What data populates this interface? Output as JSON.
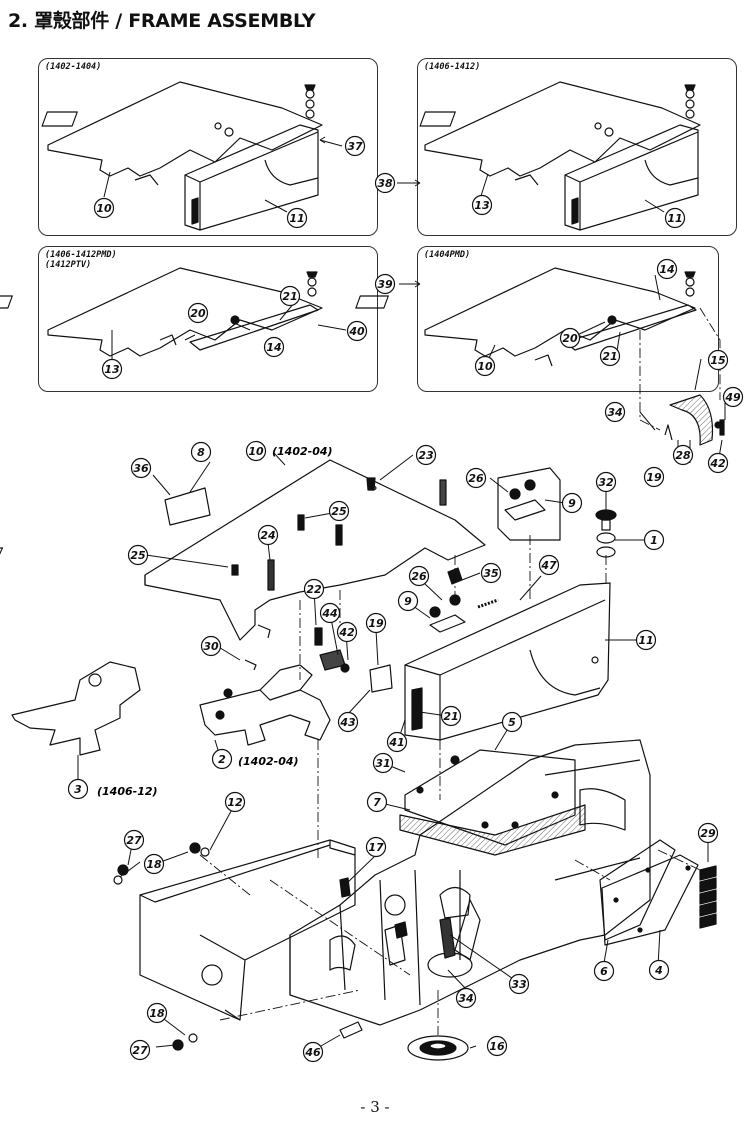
{
  "page": {
    "title": "2. 罩殼部件 / FRAME ASSEMBLY",
    "page_number": "- 3 -"
  },
  "panels": [
    {
      "id": "p1",
      "caption": "(1402-1404)"
    },
    {
      "id": "p2",
      "caption": "(1406-1412)"
    },
    {
      "id": "p3",
      "caption": "(1406-1412PMD)\n(1412PTV)"
    },
    {
      "id": "p4",
      "caption": "(1404PMD)"
    }
  ],
  "notes": {
    "part10": "(1402-04)",
    "part2": "(1402-04)",
    "part3": "(1406-12)"
  },
  "callouts": [
    {
      "num": "37"
    },
    {
      "num": "10"
    },
    {
      "num": "11"
    },
    {
      "num": "38"
    },
    {
      "num": "13"
    },
    {
      "num": "11"
    },
    {
      "num": "21"
    },
    {
      "num": "20"
    },
    {
      "num": "40"
    },
    {
      "num": "13"
    },
    {
      "num": "14"
    },
    {
      "num": "39"
    },
    {
      "num": "14"
    },
    {
      "num": "20"
    },
    {
      "num": "21"
    },
    {
      "num": "10"
    },
    {
      "num": "15"
    },
    {
      "num": "49"
    },
    {
      "num": "34"
    },
    {
      "num": "28"
    },
    {
      "num": "42"
    },
    {
      "num": "19"
    },
    {
      "num": "8"
    },
    {
      "num": "36"
    },
    {
      "num": "10"
    },
    {
      "num": "23"
    },
    {
      "num": "26"
    },
    {
      "num": "9"
    },
    {
      "num": "32"
    },
    {
      "num": "25"
    },
    {
      "num": "1"
    },
    {
      "num": "24"
    },
    {
      "num": "25"
    },
    {
      "num": "35"
    },
    {
      "num": "47"
    },
    {
      "num": "26"
    },
    {
      "num": "9"
    },
    {
      "num": "22"
    },
    {
      "num": "44"
    },
    {
      "num": "30"
    },
    {
      "num": "42"
    },
    {
      "num": "19"
    },
    {
      "num": "11"
    },
    {
      "num": "43"
    },
    {
      "num": "21"
    },
    {
      "num": "41"
    },
    {
      "num": "2"
    },
    {
      "num": "3"
    },
    {
      "num": "5"
    },
    {
      "num": "31"
    },
    {
      "num": "7"
    },
    {
      "num": "12"
    },
    {
      "num": "27"
    },
    {
      "num": "18"
    },
    {
      "num": "17"
    },
    {
      "num": "29"
    },
    {
      "num": "33"
    },
    {
      "num": "34"
    },
    {
      "num": "6"
    },
    {
      "num": "4"
    },
    {
      "num": "18"
    },
    {
      "num": "27"
    },
    {
      "num": "46"
    },
    {
      "num": "16"
    }
  ],
  "colors": {
    "ink": "#111111",
    "background": "#ffffff",
    "hatch": "#444444"
  }
}
